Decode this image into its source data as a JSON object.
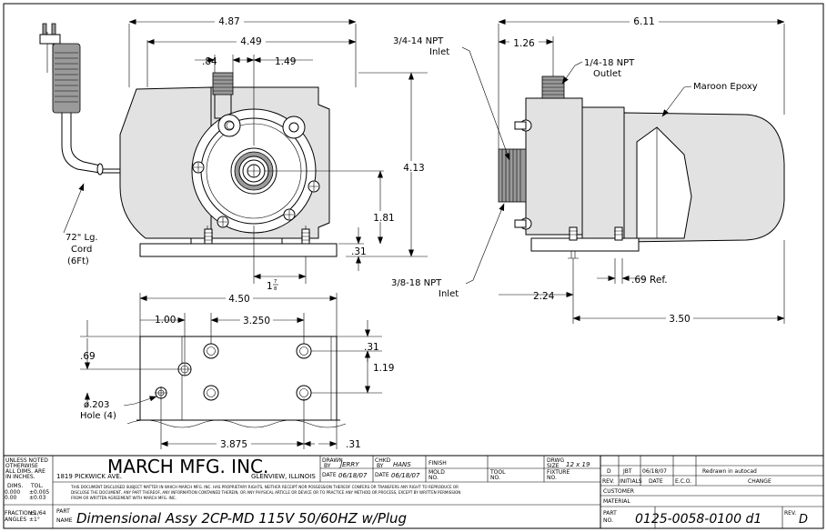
{
  "dimensions": {
    "d_487": "4.87",
    "d_449": "4.49",
    "d_084": ".84",
    "d_149": "1.49",
    "d_413": "4.13",
    "d_181": "1.81",
    "d_031_a": ".31",
    "d_178_whole": "1",
    "d_178_num": "7",
    "d_178_den": "8",
    "d_611": "6.11",
    "d_126": "1.26",
    "d_069": ".69 Ref.",
    "d_224": "2.24",
    "d_350": "3.50",
    "d_450": "4.50",
    "d_100": "1.00",
    "d_3250": "3.250",
    "d_031_b": ".31",
    "d_069_b": ".69",
    "d_119": "1.19",
    "d_3875": "3.875",
    "d_031_c": ".31"
  },
  "notes": {
    "inlet_top_1": "3/4-14  NPT",
    "inlet_top_2": "Inlet",
    "outlet_1": "1/4-18  NPT",
    "outlet_2": "Outlet",
    "epoxy": "Maroon Epoxy",
    "cord_1": "72\" Lg.",
    "cord_2": "Cord",
    "cord_3": "(6Ft)",
    "inlet_bottom_1": "3/8-18  NPT",
    "inlet_bottom_2": "Inlet",
    "hole_1": "ø.203",
    "hole_2": "Hole (4)"
  },
  "title_block": {
    "unless_1": "UNLESS NOTED",
    "unless_2": "OTHERWISE",
    "unless_3": "ALL DIMS. ARE",
    "unless_4": "IN INCHES.",
    "tol_dims": "DIMS.",
    "tol_tol": "TOL.",
    "tol_r1a": "0.000",
    "tol_r1b": "±0.005",
    "tol_r2a": "0.00",
    "tol_r2b": "±0.03",
    "tol_r3a": "FRACTIONS",
    "tol_r3b": "±1/64",
    "tol_r4a": "ANGLES",
    "tol_r4b": "±1°",
    "company": "MARCH MFG. INC.",
    "street": "1819 PICKWICK AVE.",
    "city": "GLENVIEW, ILLINOIS",
    "drawn_by_label_1": "DRAWN",
    "drawn_by_label_2": "BY",
    "drawn_by": "JERRY",
    "chkd_by_label_1": "CHKD",
    "chkd_by_label_2": "BY",
    "chkd_by": "HANS",
    "finish_label": "FINISH",
    "drwg_size_label_1": "DRWG",
    "drwg_size_label_2": "SIZE",
    "drwg_size": "12 x 19",
    "date_label": "DATE",
    "date_drawn": "06/18/07",
    "date_chkd": "06/18/07",
    "mold_label_1": "MOLD",
    "mold_label_2": "NO.",
    "tool_label_1": "TOOL",
    "tool_label_2": "NO.",
    "fixture_label_1": "FIXTURE",
    "fixture_label_2": "NO.",
    "disclaimer_1": "THIS DOCUMENT DISCLOSED SUBJECT MATTER IN WHICH MARCH MFG. INC. HAS PROPRIETARY RIGHTS, NEITHER RECEIPT NOR POSSESSION THEREOF CONFERS OR TRANSFERS ANY RIGHT TO REPRODUCE OR",
    "disclaimer_2": "DISCLOSE THE DOCUMENT, ANY PART THEREOF, ANY INFORMATION CONTAINED THEREIN, OR ANY PHYSICAL ARTICLE OR DEVICE OR TO PRACTICE ANY METHOD OR PROCESS, EXCEPT BY WRITTEN PERMISSION",
    "disclaimer_3": "FROM OR WRITTEN AGREEMENT WITH MARCH MFG. INC.",
    "part_name_label_1": "PART",
    "part_name_label_2": "NAME",
    "part_name": "Dimensional Assy 2CP-MD 115V 50/60HZ w/Plug",
    "rev_rev": "D",
    "rev_initials": "JBT",
    "rev_date": "06/18/07",
    "rev_change": "Redrawn in autocad",
    "rev_h_rev": "REV.",
    "rev_h_initials": "INITIALS",
    "rev_h_date": "DATE",
    "rev_h_eco": "E.C.O.",
    "rev_h_change": "CHANGE",
    "customer_label": "CUSTOMER",
    "material_label": "MATERIAL",
    "part_no_label_1": "PART",
    "part_no_label_2": "NO.",
    "part_no": "0125-0058-0100  d1",
    "rev_label": "REV.",
    "rev_value": "D"
  }
}
